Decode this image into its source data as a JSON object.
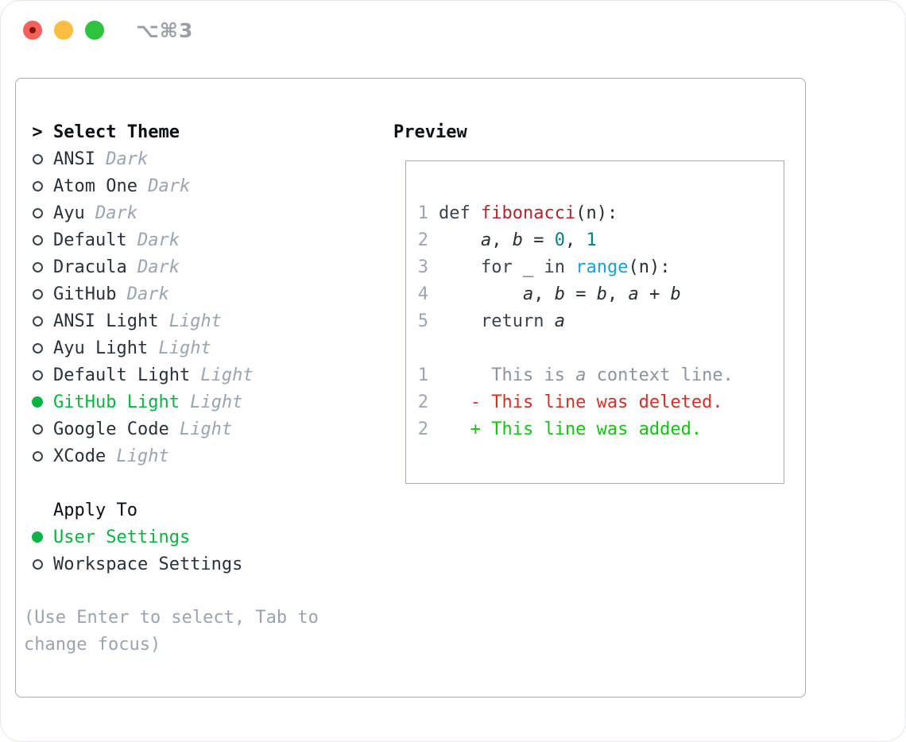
{
  "window": {
    "title": "⌥⌘3"
  },
  "theme_panel": {
    "header": {
      "prompt": ">",
      "label": "Select Theme"
    },
    "themes": [
      {
        "name": "ANSI",
        "variant": "Dark",
        "selected": false
      },
      {
        "name": "Atom One",
        "variant": "Dark",
        "selected": false
      },
      {
        "name": "Ayu",
        "variant": "Dark",
        "selected": false
      },
      {
        "name": "Default",
        "variant": "Dark",
        "selected": false
      },
      {
        "name": "Dracula",
        "variant": "Dark",
        "selected": false
      },
      {
        "name": "GitHub",
        "variant": "Dark",
        "selected": false
      },
      {
        "name": "ANSI Light",
        "variant": "Light",
        "selected": false
      },
      {
        "name": "Ayu Light",
        "variant": "Light",
        "selected": false
      },
      {
        "name": "Default Light",
        "variant": "Light",
        "selected": false
      },
      {
        "name": "GitHub Light",
        "variant": "Light",
        "selected": true
      },
      {
        "name": "Google Code",
        "variant": "Light",
        "selected": false
      },
      {
        "name": "XCode",
        "variant": "Light",
        "selected": false
      }
    ],
    "apply_to": {
      "label": "Apply To",
      "options": [
        {
          "name": "User Settings",
          "selected": true
        },
        {
          "name": "Workspace Settings",
          "selected": false
        }
      ]
    },
    "help_text": "(Use Enter to select, Tab to change focus)"
  },
  "preview": {
    "label": "Preview",
    "code_lines": [
      {
        "no": "1",
        "tokens": [
          {
            "t": "def",
            "c": "kw"
          },
          {
            "t": " ",
            "c": "pl"
          },
          {
            "t": "fibonacci",
            "c": "fn"
          },
          {
            "t": "(n):",
            "c": "pl"
          }
        ]
      },
      {
        "no": "2",
        "tokens": [
          {
            "t": "    ",
            "c": "pl"
          },
          {
            "t": "a",
            "c": "var"
          },
          {
            "t": ", ",
            "c": "pl"
          },
          {
            "t": "b",
            "c": "var"
          },
          {
            "t": " = ",
            "c": "pl"
          },
          {
            "t": "0",
            "c": "num"
          },
          {
            "t": ", ",
            "c": "pl"
          },
          {
            "t": "1",
            "c": "num"
          }
        ]
      },
      {
        "no": "3",
        "tokens": [
          {
            "t": "    ",
            "c": "pl"
          },
          {
            "t": "for",
            "c": "kw"
          },
          {
            "t": " _ ",
            "c": "pl"
          },
          {
            "t": "in",
            "c": "kw"
          },
          {
            "t": " ",
            "c": "pl"
          },
          {
            "t": "range",
            "c": "bi"
          },
          {
            "t": "(n):",
            "c": "pl"
          }
        ]
      },
      {
        "no": "4",
        "tokens": [
          {
            "t": "        ",
            "c": "pl"
          },
          {
            "t": "a",
            "c": "var"
          },
          {
            "t": ", ",
            "c": "pl"
          },
          {
            "t": "b",
            "c": "var"
          },
          {
            "t": " = ",
            "c": "pl"
          },
          {
            "t": "b",
            "c": "var"
          },
          {
            "t": ", ",
            "c": "pl"
          },
          {
            "t": "a",
            "c": "var"
          },
          {
            "t": " + ",
            "c": "pl"
          },
          {
            "t": "b",
            "c": "var"
          }
        ]
      },
      {
        "no": "5",
        "tokens": [
          {
            "t": "    ",
            "c": "pl"
          },
          {
            "t": "return",
            "c": "kw"
          },
          {
            "t": " ",
            "c": "pl"
          },
          {
            "t": "a",
            "c": "var"
          }
        ]
      }
    ],
    "diff_lines": [
      {
        "no": "1",
        "tokens": [
          {
            "t": "     This is ",
            "c": "ctx"
          },
          {
            "t": "a",
            "c": "ctx i"
          },
          {
            "t": " context line.",
            "c": "ctx"
          }
        ]
      },
      {
        "no": "2",
        "tokens": [
          {
            "t": "   - This line was deleted.",
            "c": "del"
          }
        ]
      },
      {
        "no": "2",
        "tokens": [
          {
            "t": "   + This line was added.",
            "c": "add"
          }
        ]
      }
    ]
  },
  "colors": {
    "border_gray": "#a4acb6",
    "header_black": "#0b0f13",
    "item_dark": "#2a3138",
    "muted_gray": "#9aa5b2",
    "help_gray": "#9aa4b0",
    "selected_green": "#0ab342",
    "line_number_gray": "#9ba6b2",
    "plain_dark": "#272d34",
    "keyword_gray": "#3c434b",
    "function_red": "#ae2730",
    "number_teal": "#0b7d87",
    "builtin_blue": "#1f9fd3",
    "context_gray": "#8d949b",
    "deleted_red": "#cf3227",
    "added_green": "#16c216",
    "title_gray": "#989ea4",
    "traffic_red": "#f3625a",
    "traffic_red_dot": "#7c150c",
    "traffic_yellow": "#fcbe41",
    "traffic_green": "#2ec240"
  }
}
